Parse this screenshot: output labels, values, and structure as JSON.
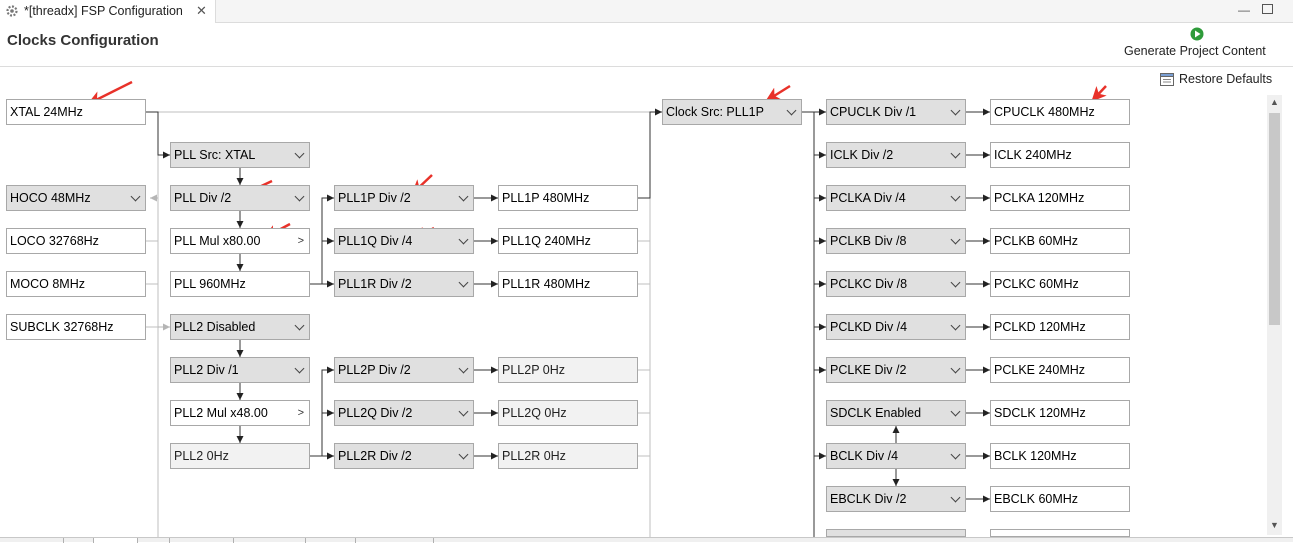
{
  "window": {
    "tab_title": "*[threadx] FSP Configuration",
    "close_glyph": "✕",
    "minimize_glyph": "—"
  },
  "header": {
    "title": "Clocks Configuration",
    "generate_label": "Generate Project Content",
    "restore_label": "Restore Defaults"
  },
  "colors": {
    "arrow_accent": "#e8322a",
    "line": "#333333",
    "gray_line": "#bfbfbf",
    "select_bg": "#e0e0e0"
  },
  "sources": {
    "xtal": "XTAL 24MHz",
    "hoco": "HOCO 48MHz",
    "loco": "LOCO 32768Hz",
    "moco": "MOCO 8MHz",
    "subclk": "SUBCLK 32768Hz"
  },
  "pll": {
    "src": "PLL Src: XTAL",
    "div": "PLL Div /2",
    "mul": "PLL Mul x80.00",
    "out": "PLL 960MHz",
    "p_div": "PLL1P Div /2",
    "p_out": "PLL1P 480MHz",
    "q_div": "PLL1Q Div /4",
    "q_out": "PLL1Q 240MHz",
    "r_div": "PLL1R Div /2",
    "r_out": "PLL1R 480MHz"
  },
  "pll2": {
    "state": "PLL2 Disabled",
    "div": "PLL2 Div /1",
    "mul": "PLL2 Mul x48.00",
    "out": "PLL2 0Hz",
    "p_div": "PLL2P Div /2",
    "p_out": "PLL2P 0Hz",
    "q_div": "PLL2Q Div /2",
    "q_out": "PLL2Q 0Hz",
    "r_div": "PLL2R Div /2",
    "r_out": "PLL2R 0Hz"
  },
  "spinner_glyph": ">",
  "clock_src": "Clock Src: PLL1P",
  "dividers": [
    {
      "select": "CPUCLK Div /1",
      "output": "CPUCLK 480MHz"
    },
    {
      "select": "ICLK Div /2",
      "output": "ICLK 240MHz"
    },
    {
      "select": "PCLKA Div /4",
      "output": "PCLKA 120MHz"
    },
    {
      "select": "PCLKB Div /8",
      "output": "PCLKB 60MHz"
    },
    {
      "select": "PCLKC Div /8",
      "output": "PCLKC 60MHz"
    },
    {
      "select": "PCLKD Div /4",
      "output": "PCLKD 120MHz"
    },
    {
      "select": "PCLKE Div /2",
      "output": "PCLKE 240MHz"
    },
    {
      "select": "SDCLK Enabled",
      "output": "SDCLK 120MHz"
    },
    {
      "select": "BCLK Div /4",
      "output": "BCLK 120MHz"
    },
    {
      "select": "EBCLK Div /2",
      "output": "EBCLK 60MHz"
    }
  ],
  "scrollbar": {
    "up": "▲",
    "down": "▼"
  }
}
